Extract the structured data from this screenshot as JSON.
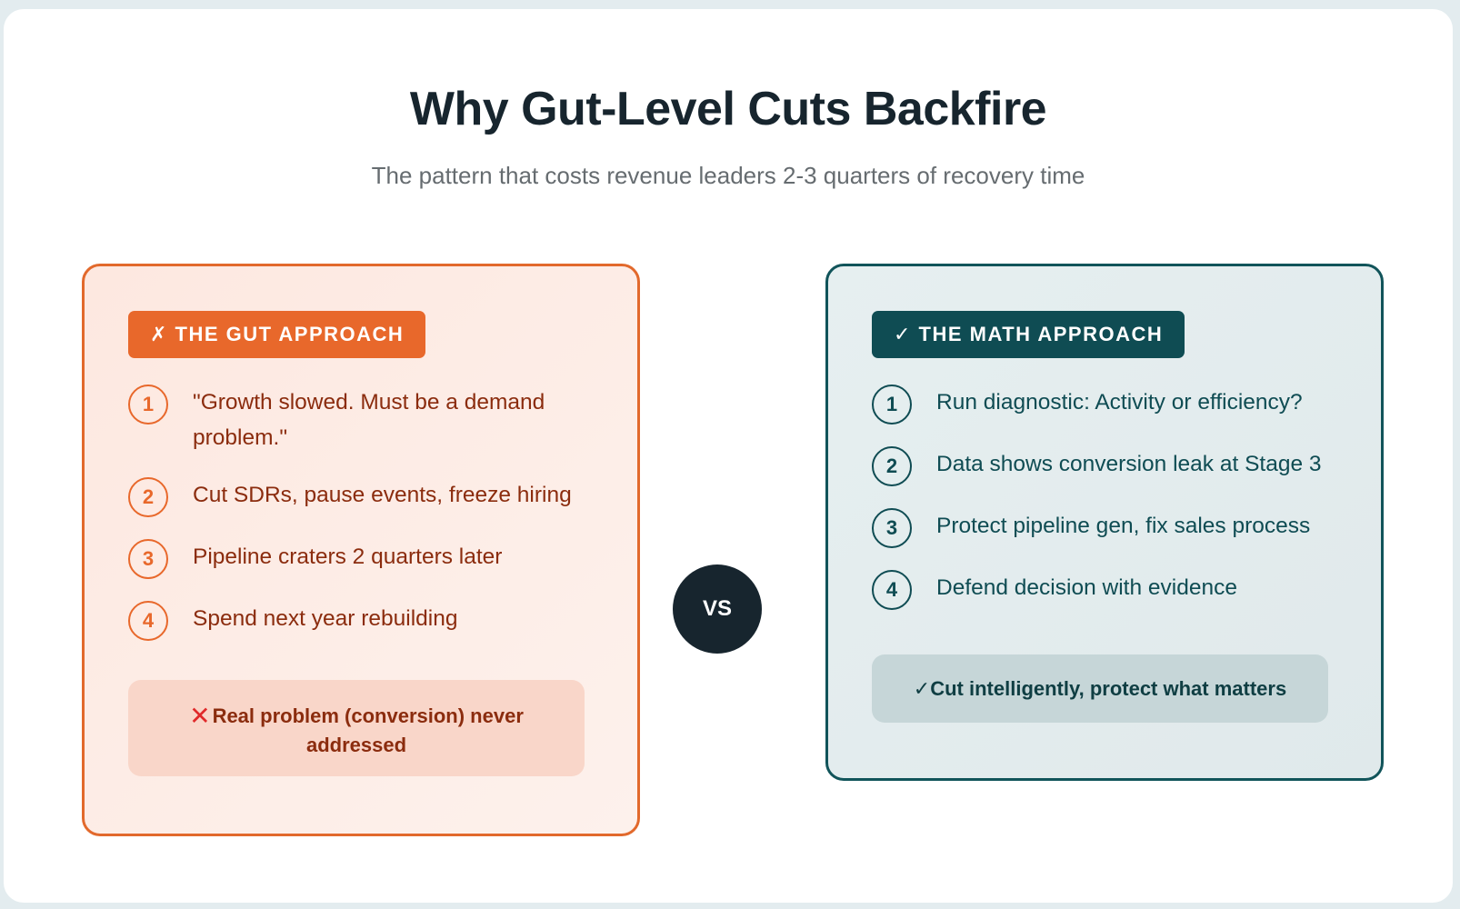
{
  "header": {
    "title": "Why Gut-Level Cuts Backfire",
    "subtitle": "The pattern that costs revenue leaders 2-3 quarters of recovery time"
  },
  "gut": {
    "badge": "✗ THE GUT APPROACH",
    "steps": [
      {
        "num": "1",
        "text": "\"Growth slowed. Must be a demand problem.\""
      },
      {
        "num": "2",
        "text": "Cut SDRs, pause events, freeze hiring"
      },
      {
        "num": "3",
        "text": "Pipeline craters 2 quarters later"
      },
      {
        "num": "4",
        "text": "Spend next year rebuilding"
      }
    ],
    "result_icon": "✕",
    "result": "Real problem (conversion) never addressed"
  },
  "vs": "VS",
  "math": {
    "badge": "✓ THE MATH APPROACH",
    "steps": [
      {
        "num": "1",
        "text": "Run diagnostic: Activity or efficiency?"
      },
      {
        "num": "2",
        "text": "Data shows conversion leak at Stage 3"
      },
      {
        "num": "3",
        "text": "Protect pipeline gen, fix sales process"
      },
      {
        "num": "4",
        "text": "Defend decision with evidence"
      }
    ],
    "result": "✓Cut intelligently, protect what matters"
  },
  "colors": {
    "gut_accent": "#e8682b",
    "math_accent": "#0f4c53",
    "dark": "#17252e"
  }
}
